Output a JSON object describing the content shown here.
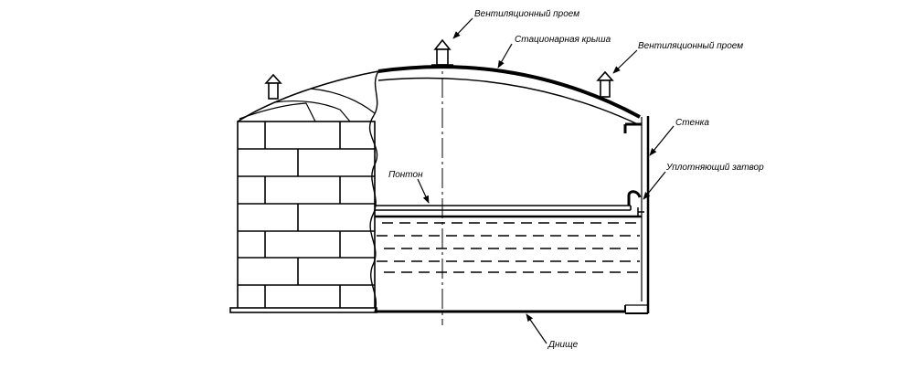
{
  "diagram": {
    "labels": {
      "vent_top": "Вентиляционный проем",
      "vent_right": "Вентиляционный проем",
      "roof": "Стационарная крыша",
      "wall": "Стенка",
      "seal": "Уплотняющий затвор",
      "pontoon": "Понтон",
      "bottom": "Днище"
    },
    "colors": {
      "line": "#000000",
      "background": "#ffffff"
    }
  }
}
